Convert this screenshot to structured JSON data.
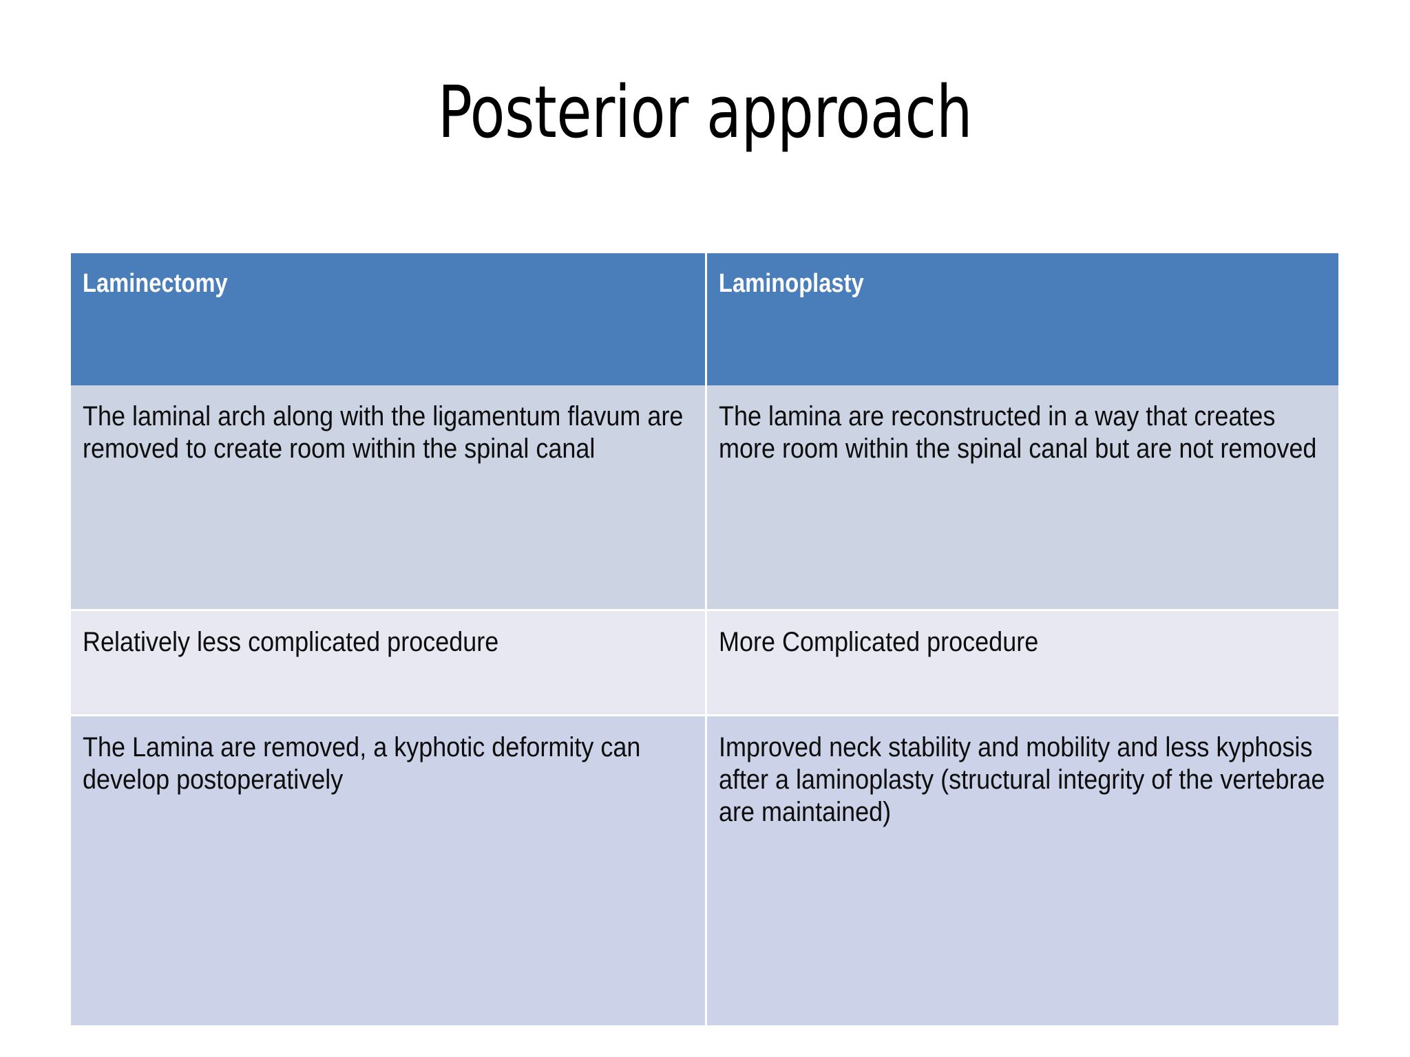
{
  "slide": {
    "title": "Posterior approach",
    "background_color": "#ffffff",
    "title_color": "#000000"
  },
  "table": {
    "header_background": "#4a7ebb",
    "header_text_color": "#ffffff",
    "row_colors": [
      "#ccd3e3",
      "#e8e8f3",
      "#ccd2e7"
    ],
    "columns": [
      {
        "header": "Laminectomy"
      },
      {
        "header": "Laminoplasty"
      }
    ],
    "rows": [
      {
        "laminectomy": "The laminal arch along with the ligamentum flavum are removed to create room within the spinal canal",
        "laminoplasty": "The lamina are reconstructed in a way that creates more room within the spinal canal but are not removed"
      },
      {
        "laminectomy": "Relatively less complicated procedure",
        "laminoplasty": "More Complicated procedure"
      },
      {
        "laminectomy": "The Lamina are removed, a kyphotic deformity can develop postoperatively",
        "laminoplasty": "Improved neck stability and mobility and less kyphosis after a laminoplasty (structural integrity of the vertebrae are maintained)"
      }
    ]
  }
}
